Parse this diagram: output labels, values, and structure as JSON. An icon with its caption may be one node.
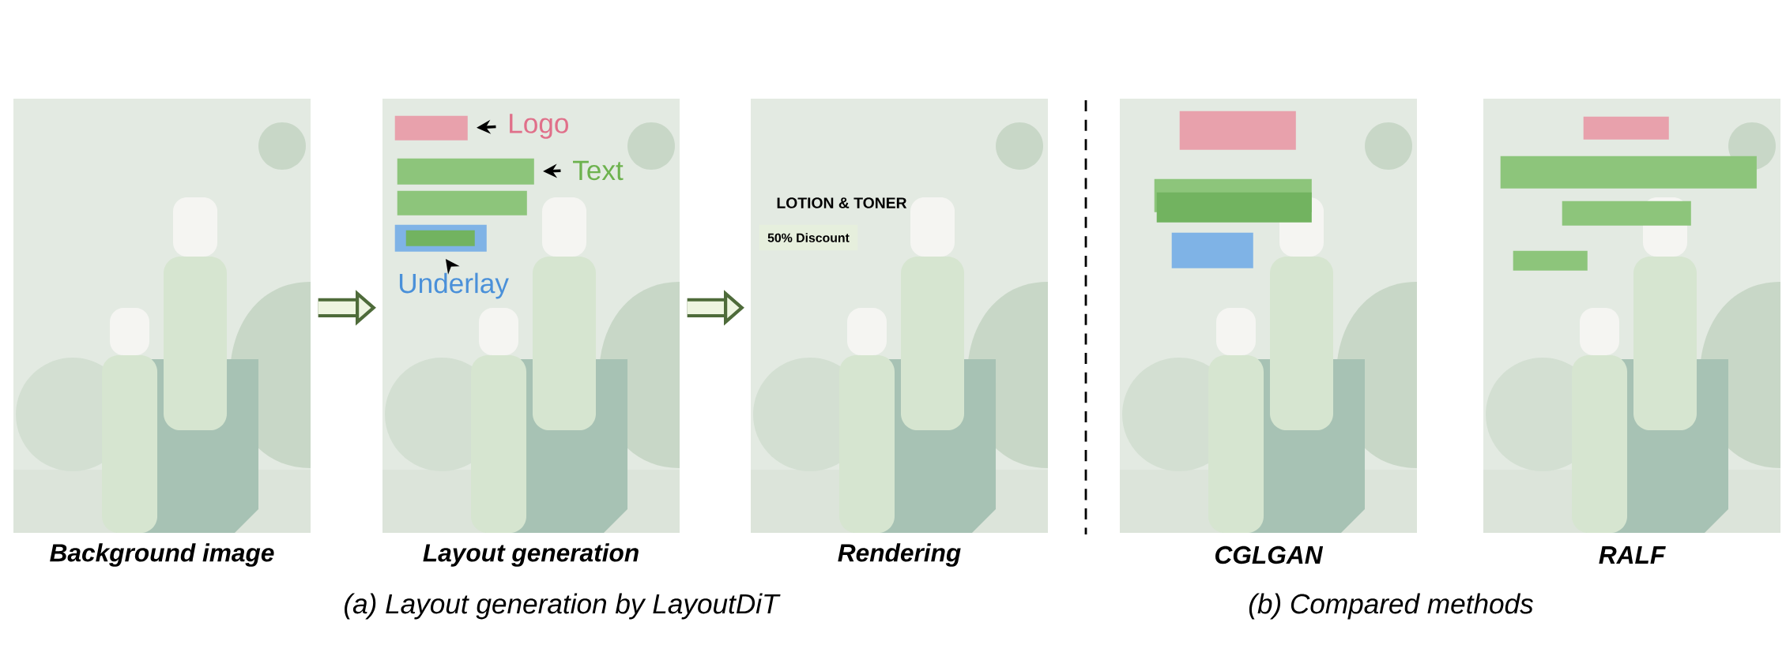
{
  "diagram": {
    "nodes": [
      {
        "text": [],
        "shape": "picture",
        "beside": [
          "Background image"
        ]
      },
      {
        "text": [],
        "shape": "picture",
        "beside": [
          "Layout generation"
        ]
      },
      {
        "text": [
          "Logo"
        ],
        "in": 1
      },
      {
        "text": [],
        "shape": "box",
        "in": 1
      },
      {
        "text": [
          "Text"
        ],
        "in": 1
      },
      {
        "text": [],
        "shape": "box",
        "in": 1
      },
      {
        "text": [],
        "shape": "box",
        "in": 1
      },
      {
        "text": [
          "Underlay"
        ],
        "in": 1
      },
      {
        "text": [],
        "shape": "box",
        "in": 1
      },
      {
        "text": [],
        "shape": "box",
        "in": 8
      },
      {
        "text": [],
        "shape": "picture",
        "beside": [
          "Rendering"
        ]
      },
      {
        "text": [
          "50% Discount"
        ],
        "in": 10
      },
      {
        "text": [],
        "shape": "picture",
        "beside": [
          "CGLGAN"
        ]
      },
      {
        "text": [],
        "shape": "box",
        "in": 12
      },
      {
        "text": [],
        "shape": "box",
        "in": 12
      },
      {
        "text": [],
        "shape": "box",
        "in": 12
      },
      {
        "text": [],
        "shape": "box",
        "in": 12
      },
      {
        "text": [],
        "shape": "picture",
        "beside": [
          "RALF"
        ]
      },
      {
        "text": [],
        "shape": "box",
        "in": 17
      },
      {
        "text": [],
        "shape": "box",
        "in": 17
      },
      {
        "text": [],
        "shape": "box",
        "in": 17
      },
      {
        "text": [],
        "shape": "box",
        "in": 17
      }
    ],
    "edges": [
      {
        "from": 0,
        "to": 1,
        "arrow": "to",
        "style": "thick",
        "color": "#4e6b3a"
      },
      {
        "from": 1,
        "to": 10,
        "arrow": "to",
        "style": "thick",
        "color": "#4e6b3a"
      },
      {
        "from": 2,
        "to": 3,
        "arrow": "to"
      },
      {
        "from": 4,
        "to": 5,
        "arrow": "to"
      },
      {
        "from": 7,
        "to": 8,
        "arrow": "to"
      }
    ],
    "labels": [
      "LOTION & TONER",
      "(a) Layout generation by LayoutDiT",
      "(b) Compared methods"
    ]
  }
}
